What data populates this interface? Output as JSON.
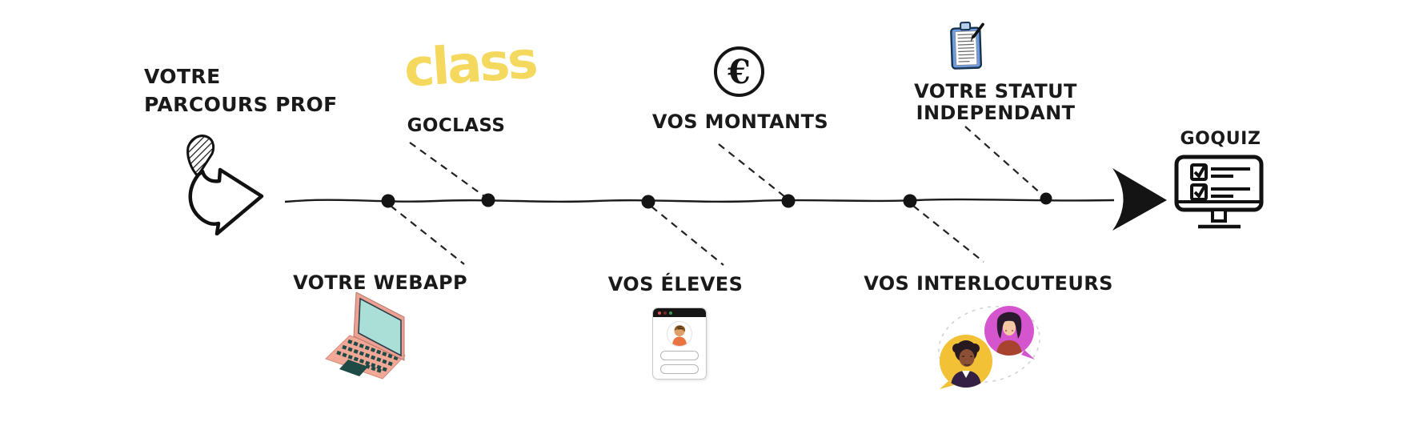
{
  "canvas": {
    "background": "#ffffff"
  },
  "palette": {
    "text": "#1a1a1a",
    "timeline_line": "#1c1c1c",
    "goclass_yellow": "#f5d95e",
    "clipboard_blue": "#6f9ce0",
    "clipboard_clip_blue": "#b7d0ee",
    "laptop_pink": "#f2a897",
    "laptop_screen_teal": "#a9dfd7",
    "laptop_key_dark": "#1f4b47",
    "bubble_yellow": "#f2c136",
    "bubble_magenta": "#d455ce",
    "avatar_shirt_orange": "#ea7440"
  },
  "timeline": {
    "direction": "left-to-right",
    "dot_count": 6,
    "start_icon": "doodle-arrow-right",
    "end_icon": "solid-arrowhead-right"
  },
  "milestones": {
    "parcours": {
      "line1": "VOTRE",
      "line2": "PARCOURS PROF",
      "side": "start"
    },
    "goclass": {
      "logo": "class",
      "label": "GOCLASS",
      "side": "above"
    },
    "webapp": {
      "label": "VOTRE WEBAPP",
      "side": "below"
    },
    "montants": {
      "label": "VOS MONTANTS",
      "glyph": "€",
      "side": "above"
    },
    "eleves": {
      "label": "VOS ÉLEVES",
      "side": "below"
    },
    "statut": {
      "line1": "VOTRE STATUT",
      "line2": "INDEPENDANT",
      "side": "above"
    },
    "interlocuteurs": {
      "label": "VOS INTERLOCUTEURS",
      "side": "below"
    },
    "goquiz": {
      "label": "GOQUIZ",
      "side": "end"
    }
  }
}
